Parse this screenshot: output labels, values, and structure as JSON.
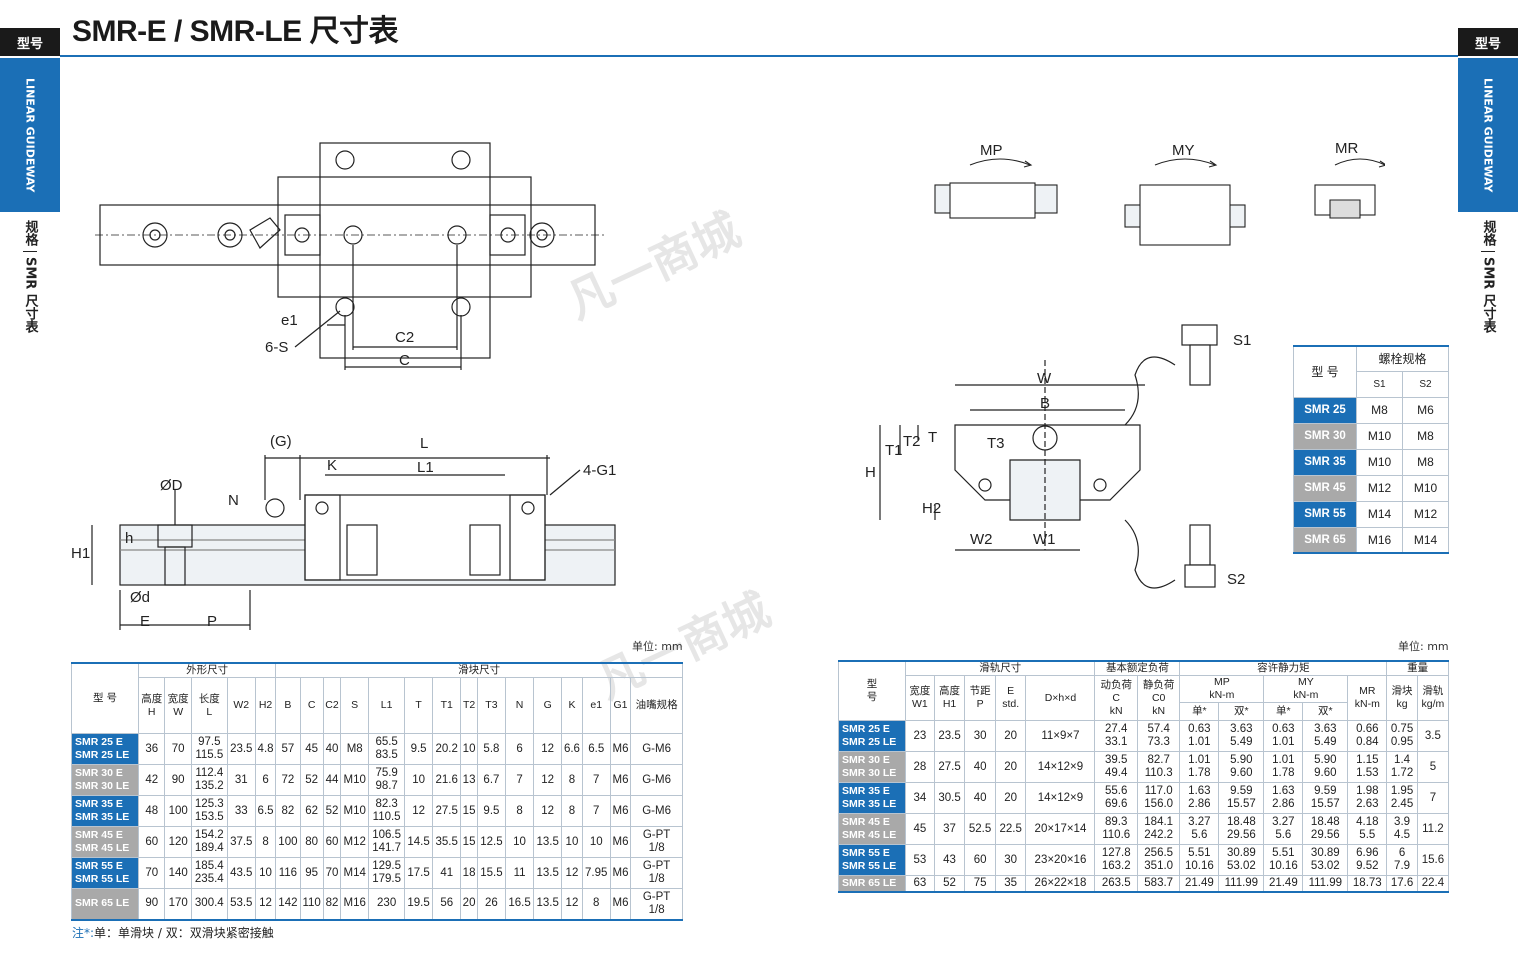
{
  "header": {
    "title": "SMR-E / SMR-LE 尺寸表",
    "tag_left": "型号",
    "tag_right": "型号"
  },
  "side": {
    "blue_label": "LINEAR GUIDEWAY",
    "sub_label": "规格",
    "table_label": "SMR 尺寸表"
  },
  "watermark": "凡一商城",
  "drawing_labels": {
    "top_view": {
      "e1": "e1",
      "six_s": "6-S",
      "c2": "C2",
      "c": "C"
    },
    "side_view": {
      "g": "(G)",
      "l": "L",
      "k": "K",
      "l1": "L1",
      "four_g1": "4-G1",
      "od": "ØD",
      "n": "N",
      "h1": "H1",
      "h": "h",
      "odsmall": "Ød",
      "e": "E",
      "p": "P"
    },
    "moments": {
      "mp": "MP",
      "my": "MY",
      "mr": "MR"
    },
    "section": {
      "w": "W",
      "b": "B",
      "t1": "T1",
      "t2": "T2",
      "t": "T",
      "t3": "T3",
      "h": "H",
      "h2": "H2",
      "w2": "W2",
      "w1": "W1",
      "s1": "S1",
      "s2": "S2"
    }
  },
  "bolt_table": {
    "header_model": "型 号",
    "header_spec": "螺栓规格",
    "s1": "S1",
    "s2": "S2",
    "rows": [
      {
        "model": "SMR 25",
        "s1": "M8",
        "s2": "M6",
        "color": "blue"
      },
      {
        "model": "SMR 30",
        "s1": "M10",
        "s2": "M8",
        "color": "gray"
      },
      {
        "model": "SMR 35",
        "s1": "M10",
        "s2": "M8",
        "color": "blue"
      },
      {
        "model": "SMR 45",
        "s1": "M12",
        "s2": "M10",
        "color": "gray"
      },
      {
        "model": "SMR 55",
        "s1": "M14",
        "s2": "M12",
        "color": "blue"
      },
      {
        "model": "SMR 65",
        "s1": "M16",
        "s2": "M14",
        "color": "gray"
      }
    ]
  },
  "unit_left": "单位: mm",
  "unit_right": "单位: mm",
  "left_table": {
    "group_model": "型 号",
    "group_outer": "外形尺寸",
    "group_block": "滑块尺寸",
    "cols": [
      "高度 H",
      "宽度 W",
      "长度 L",
      "W2",
      "H2",
      "B",
      "C",
      "C2",
      "S",
      "L1",
      "T",
      "T1",
      "T2",
      "T3",
      "N",
      "G",
      "K",
      "e1",
      "G1",
      "油嘴规格"
    ],
    "rows": [
      {
        "model": [
          "SMR 25 E",
          "SMR 25 LE"
        ],
        "color": "blue",
        "cells": [
          "36",
          "70",
          "97.5\n115.5",
          "23.5",
          "4.8",
          "57",
          "45",
          "40",
          "M8",
          "65.5\n83.5",
          "9.5",
          "20.2",
          "10",
          "5.8",
          "6",
          "12",
          "6.6",
          "6.5",
          "M6",
          "G-M6"
        ]
      },
      {
        "model": [
          "SMR 30 E",
          "SMR 30 LE"
        ],
        "color": "gray",
        "cells": [
          "42",
          "90",
          "112.4\n135.2",
          "31",
          "6",
          "72",
          "52",
          "44",
          "M10",
          "75.9\n98.7",
          "10",
          "21.6",
          "13",
          "6.7",
          "7",
          "12",
          "8",
          "7",
          "M6",
          "G-M6"
        ]
      },
      {
        "model": [
          "SMR 35 E",
          "SMR 35 LE"
        ],
        "color": "blue",
        "cells": [
          "48",
          "100",
          "125.3\n153.5",
          "33",
          "6.5",
          "82",
          "62",
          "52",
          "M10",
          "82.3\n110.5",
          "12",
          "27.5",
          "15",
          "9.5",
          "8",
          "12",
          "8",
          "7",
          "M6",
          "G-M6"
        ]
      },
      {
        "model": [
          "SMR 45 E",
          "SMR 45 LE"
        ],
        "color": "gray",
        "cells": [
          "60",
          "120",
          "154.2\n189.4",
          "37.5",
          "8",
          "100",
          "80",
          "60",
          "M12",
          "106.5\n141.7",
          "14.5",
          "35.5",
          "15",
          "12.5",
          "10",
          "13.5",
          "10",
          "10",
          "M6",
          "G-PT\n1/8"
        ]
      },
      {
        "model": [
          "SMR 55 E",
          "SMR 55 LE"
        ],
        "color": "blue",
        "cells": [
          "70",
          "140",
          "185.4\n235.4",
          "43.5",
          "10",
          "116",
          "95",
          "70",
          "M14",
          "129.5\n179.5",
          "17.5",
          "41",
          "18",
          "15.5",
          "11",
          "13.5",
          "12",
          "7.95",
          "M6",
          "G-PT\n1/8"
        ]
      },
      {
        "model": [
          "SMR 65 LE"
        ],
        "color": "gray",
        "cells": [
          "90",
          "170",
          "300.4",
          "53.5",
          "12",
          "142",
          "110",
          "82",
          "M16",
          "230",
          "19.5",
          "56",
          "20",
          "26",
          "16.5",
          "13.5",
          "12",
          "8",
          "M6",
          "G-PT\n1/8"
        ]
      }
    ]
  },
  "right_table": {
    "group_model": "型 号",
    "group_rail": "滑轨尺寸",
    "group_load": "基本额定负荷",
    "group_moment": "容许静力矩",
    "group_weight": "重量",
    "cols": {
      "w1": "宽度 W1",
      "h1": "高度 H1",
      "p": "节距 P",
      "e": "E std.",
      "dhd": "D×h×d",
      "c": "动负荷 C kN",
      "c0": "静负荷 C0 kN",
      "mp": "MP kN-m",
      "my": "MY kN-m",
      "mr": "MR kN-m",
      "block": "滑块 kg",
      "rail": "滑轨 kg/m",
      "single": "单*",
      "double": "双*"
    },
    "rows": [
      {
        "model": [
          "SMR 25 E",
          "SMR 25 LE"
        ],
        "color": "blue",
        "cells": [
          "23",
          "23.5",
          "30",
          "20",
          "11×9×7",
          "27.4\n33.1",
          "57.4\n73.3",
          "0.63\n1.01",
          "3.63\n5.49",
          "0.63\n1.01",
          "3.63\n5.49",
          "0.66\n0.84",
          "0.75\n0.95",
          "3.5"
        ]
      },
      {
        "model": [
          "SMR 30 E",
          "SMR 30 LE"
        ],
        "color": "gray",
        "cells": [
          "28",
          "27.5",
          "40",
          "20",
          "14×12×9",
          "39.5\n49.4",
          "82.7\n110.3",
          "1.01\n1.78",
          "5.90\n9.60",
          "1.01\n1.78",
          "5.90\n9.60",
          "1.15\n1.53",
          "1.4\n1.72",
          "5"
        ]
      },
      {
        "model": [
          "SMR 35 E",
          "SMR 35 LE"
        ],
        "color": "blue",
        "cells": [
          "34",
          "30.5",
          "40",
          "20",
          "14×12×9",
          "55.6\n69.6",
          "117.0\n156.0",
          "1.63\n2.86",
          "9.59\n15.57",
          "1.63\n2.86",
          "9.59\n15.57",
          "1.98\n2.63",
          "1.95\n2.45",
          "7"
        ]
      },
      {
        "model": [
          "SMR 45 E",
          "SMR 45 LE"
        ],
        "color": "gray",
        "cells": [
          "45",
          "37",
          "52.5",
          "22.5",
          "20×17×14",
          "89.3\n110.6",
          "184.1\n242.2",
          "3.27\n5.6",
          "18.48\n29.56",
          "3.27\n5.6",
          "18.48\n29.56",
          "4.18\n5.5",
          "3.9\n4.5",
          "11.2"
        ]
      },
      {
        "model": [
          "SMR 55 E",
          "SMR 55 LE"
        ],
        "color": "blue",
        "cells": [
          "53",
          "43",
          "60",
          "30",
          "23×20×16",
          "127.8\n163.2",
          "256.5\n351.0",
          "5.51\n10.16",
          "30.89\n53.02",
          "5.51\n10.16",
          "30.89\n53.02",
          "6.96\n9.52",
          "6\n7.9",
          "15.6"
        ]
      },
      {
        "model": [
          "SMR 65 LE"
        ],
        "color": "gray",
        "cells": [
          "63",
          "52",
          "75",
          "35",
          "26×22×18",
          "263.5",
          "583.7",
          "21.49",
          "111.99",
          "21.49",
          "111.99",
          "18.73",
          "17.6",
          "22.4"
        ]
      }
    ]
  },
  "note": {
    "prefix": "注*:",
    "text": "单：单滑块 / 双：双滑块紧密接触"
  }
}
